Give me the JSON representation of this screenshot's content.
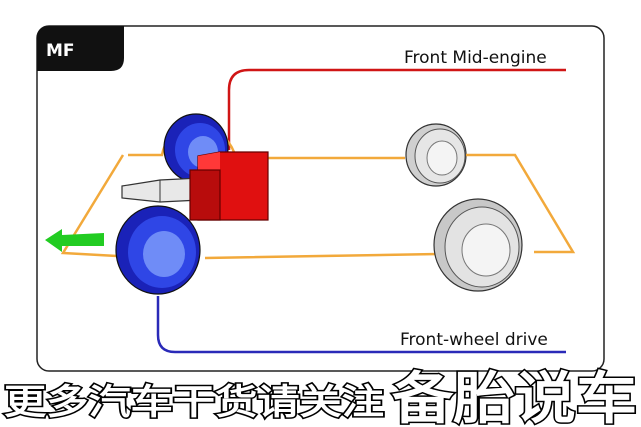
{
  "badge": "MF",
  "labels": {
    "engine": "Front Mid-engine",
    "drive": "Front-wheel drive"
  },
  "caption": {
    "left": "更多汽车干货请关注",
    "right": "备胎说车"
  },
  "colors": {
    "chassis": "#f2a93b",
    "engine": "#e01010",
    "front_wheel": "#1f2fd0",
    "rear_wheel": "#d9d9d9",
    "arrow": "#22cc22",
    "engine_line": "#d01515",
    "drive_line": "#2a2ab8"
  }
}
